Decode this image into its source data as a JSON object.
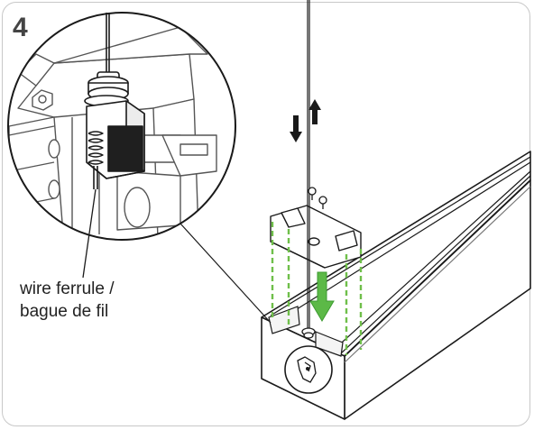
{
  "figure": {
    "step_number": "4",
    "callout": {
      "line1": "wire ferrule /",
      "line2": "bague de fil"
    }
  },
  "colors": {
    "outline": "#1a1a1a",
    "guide_dashes": "#6fbf4a",
    "arrow_green": "#5cb947",
    "frame_border": "#c8c8c8",
    "detail_gray": "#555555"
  },
  "icons": [
    "down-arrow-icon",
    "up-arrow-icon",
    "insert-arrow-icon",
    "screw-icon",
    "magnifier-circle-icon"
  ]
}
